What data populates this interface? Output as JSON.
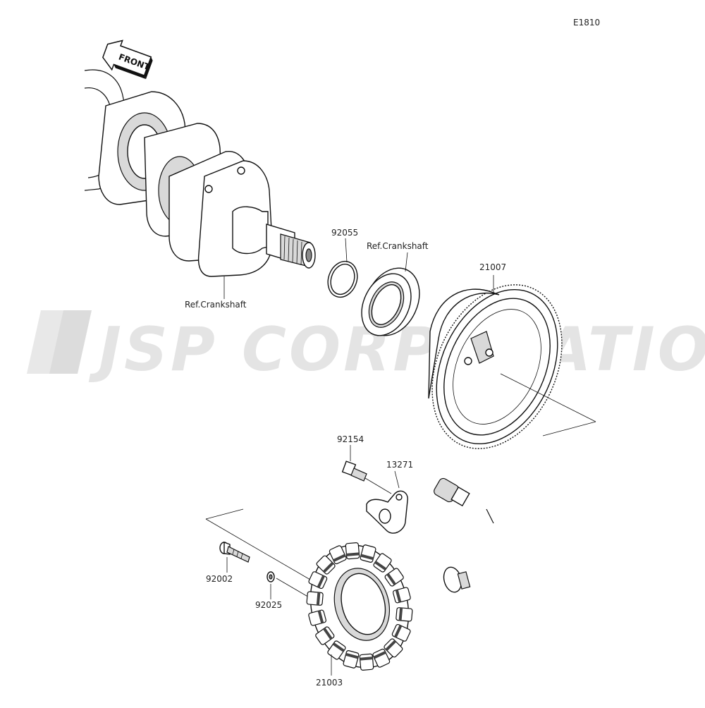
{
  "diagram": {
    "code": "E1810",
    "front_arrow_label": "FRONT",
    "watermark": "JSP CORPORATION",
    "parts": [
      {
        "id": "ref-crankshaft-bottom",
        "label": "Ref.Crankshaft"
      },
      {
        "id": "92055",
        "label": "92055"
      },
      {
        "id": "ref-crankshaft-top",
        "label": "Ref.Crankshaft"
      },
      {
        "id": "21007",
        "label": "21007"
      },
      {
        "id": "92154",
        "label": "92154"
      },
      {
        "id": "13271",
        "label": "13271"
      },
      {
        "id": "92002",
        "label": "92002"
      },
      {
        "id": "92025",
        "label": "92025"
      },
      {
        "id": "21003",
        "label": "21003"
      }
    ]
  }
}
